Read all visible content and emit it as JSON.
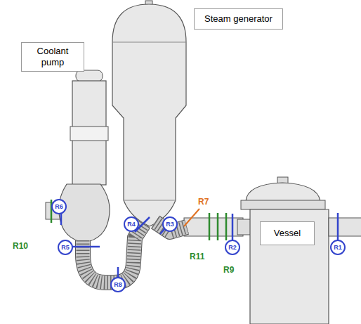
{
  "diagram": {
    "nodes": [
      {
        "text": [
          "Steam generator"
        ]
      },
      {
        "text": [
          "Coolant pump"
        ]
      },
      {
        "text": [
          "R6"
        ]
      },
      {
        "text": [
          "R4"
        ]
      },
      {
        "text": [
          "R3"
        ]
      },
      {
        "text": [
          "Vessel"
        ]
      },
      {
        "text": [
          "R5"
        ]
      },
      {
        "text": [
          "R2"
        ]
      },
      {
        "text": [
          "R1"
        ]
      },
      {
        "text": [
          "R8"
        ]
      }
    ],
    "labels": [
      "R7",
      "R10",
      "R11",
      "R9"
    ]
  }
}
